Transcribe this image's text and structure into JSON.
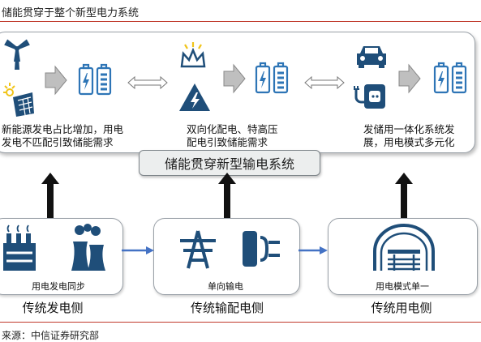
{
  "title": "储能贯穿于整个新型电力系统",
  "center_label": "储能贯穿新型输电系统",
  "top_sections": [
    {
      "text_line1": "新能源发电占比增加，用电",
      "text_line2": "发电不匹配引致储能需求"
    },
    {
      "text_line1": "双向化配电、特高压",
      "text_line2": "配电引致储能需求"
    },
    {
      "text_line1": "发储用一体化系统发",
      "text_line2": "展，用电模式多元化"
    }
  ],
  "bottom_sections": [
    {
      "box_label": "用电发电同步",
      "caption": "传统发电侧"
    },
    {
      "box_label": "单向输电",
      "caption": "传统输配电侧"
    },
    {
      "box_label": "用电模式单一",
      "caption": "传统用电侧"
    }
  ],
  "source": "来源：中信证券研究部",
  "colors": {
    "accent_red": "#c0392b",
    "icon_blue": "#1f4e79",
    "arrow_gray": "#bfbfbf",
    "border_gray": "#9aa1a8"
  }
}
